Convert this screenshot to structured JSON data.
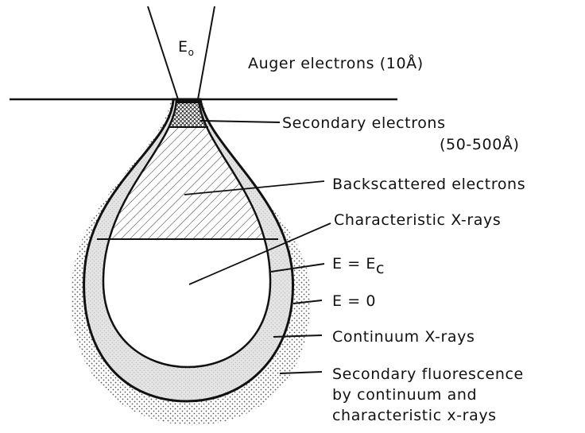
{
  "beam": {
    "symbol": "E",
    "subscript": "o"
  },
  "labels": {
    "auger": "Auger electrons (10Å)",
    "secondary_1": "Secondary electrons",
    "secondary_2": "(50-500Å)",
    "backscattered": "Backscattered electrons",
    "characteristic": "Characteristic X-rays",
    "e_ec_main": "E = E",
    "e_ec_sub": "c",
    "e_zero": "E = 0",
    "continuum": "Continuum X-rays",
    "fluorescence_1": "Secondary fluorescence",
    "fluorescence_2": "by continuum and",
    "fluorescence_3": "characteristic x-rays"
  },
  "colors": {
    "ink": "#111111",
    "continuum_fill": "#e4e4e4",
    "halo_dots": "#555555",
    "background": "#ffffff"
  }
}
